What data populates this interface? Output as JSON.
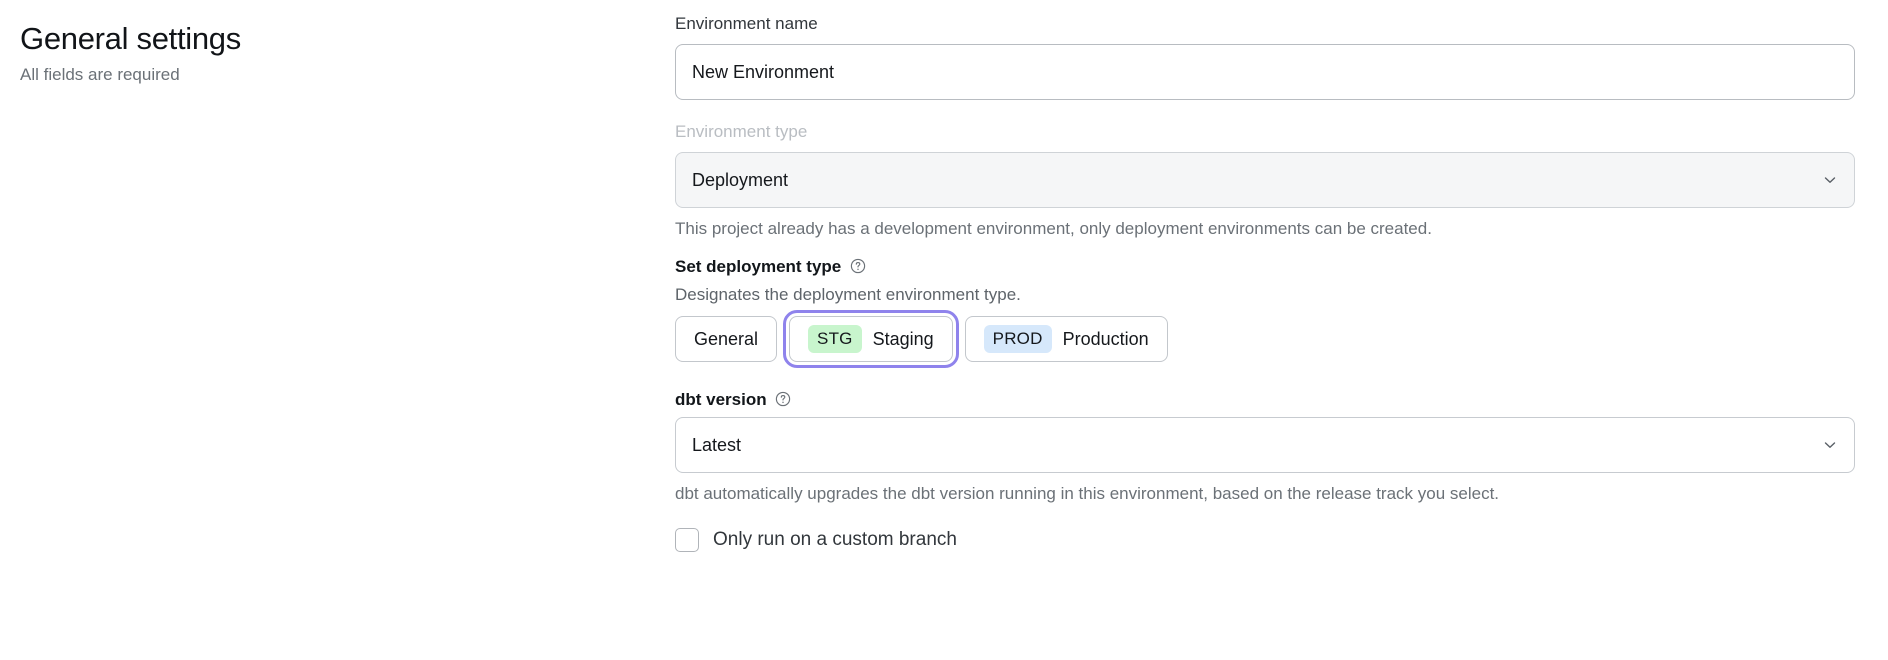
{
  "header": {
    "title": "General settings",
    "subtitle": "All fields are required"
  },
  "form": {
    "environment_name": {
      "label": "Environment name",
      "value": "New Environment",
      "placeholder": "Environment name"
    },
    "environment_type": {
      "label": "Environment type",
      "value": "Deployment",
      "disabled": true,
      "helper": "This project already has a development environment, only deployment environments can be created.",
      "chevron_icon": "chevron-down-icon"
    },
    "deployment_type": {
      "label": "Set deployment type",
      "help_icon": "help-circle-icon",
      "description": "Designates the deployment environment type.",
      "options": [
        {
          "label": "General",
          "badge": "",
          "badge_color": "",
          "selected": false,
          "focused": false
        },
        {
          "label": "Staging",
          "badge": "STG",
          "badge_color": "#c8f5cd",
          "selected": true,
          "focused": true
        },
        {
          "label": "Production",
          "badge": "PROD",
          "badge_color": "#d6e8fb",
          "selected": false,
          "focused": false
        }
      ]
    },
    "dbt_version": {
      "label": "dbt version",
      "help_icon": "help-circle-icon",
      "value": "Latest",
      "helper": "dbt automatically upgrades the dbt version running in this environment, based on the release track you select.",
      "chevron_icon": "chevron-down-icon"
    },
    "custom_branch": {
      "label": "Only run on a custom branch",
      "checked": false
    }
  },
  "colors": {
    "focus_ring": "#8f83ec",
    "staging_badge": "#c8f5cd",
    "production_badge": "#d6e8fb",
    "muted_text": "#6b7177",
    "disabled_label": "#b9bdc2"
  }
}
